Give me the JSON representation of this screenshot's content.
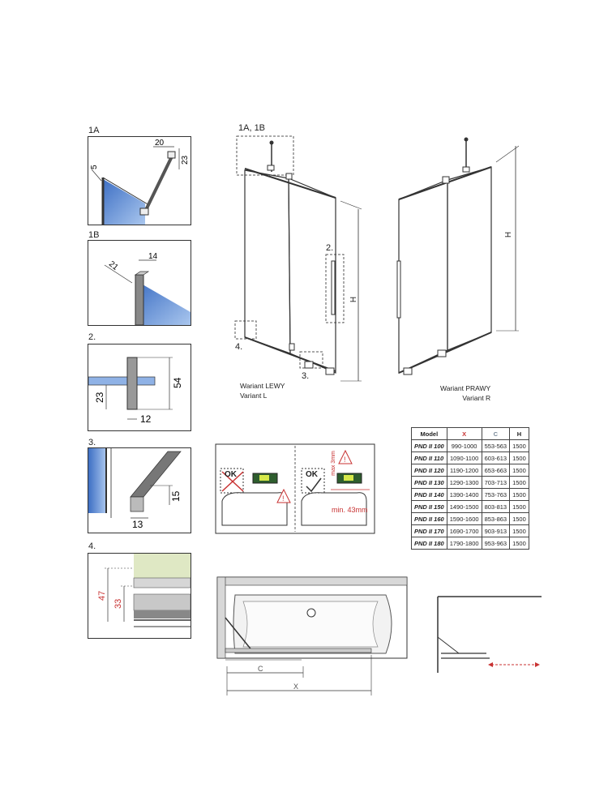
{
  "details": {
    "d1a": {
      "label": "1A",
      "dims": [
        "20",
        "5",
        "23"
      ]
    },
    "d1b": {
      "label": "1B",
      "dims": [
        "14",
        "21"
      ]
    },
    "d2": {
      "label": "2.",
      "dims": [
        "54",
        "23",
        "12"
      ]
    },
    "d3": {
      "label": "3.",
      "dims": [
        "15",
        "13"
      ]
    },
    "d4": {
      "label": "4.",
      "dims": [
        "47",
        "33"
      ]
    }
  },
  "main_views": {
    "callout_1a1b": "1A, 1B",
    "callout_2": "2.",
    "callout_3": "3.",
    "callout_4": "4.",
    "height_left": "H",
    "height_right": "H",
    "left_variant": {
      "line1": "Wariant LEWY",
      "line2": "Variant L"
    },
    "right_variant": {
      "line1": "Wariant PRAWY",
      "line2": "Variant R"
    }
  },
  "spec_table": {
    "headers": [
      "Model",
      "X",
      "C",
      "H"
    ],
    "rows": [
      [
        "PND II 100",
        "990-1000",
        "553-563",
        "1500"
      ],
      [
        "PND II 110",
        "1090-1100",
        "603-613",
        "1500"
      ],
      [
        "PND II 120",
        "1190-1200",
        "653-663",
        "1500"
      ],
      [
        "PND II 130",
        "1290-1300",
        "703-713",
        "1500"
      ],
      [
        "PND II 140",
        "1390-1400",
        "753-763",
        "1500"
      ],
      [
        "PND II 150",
        "1490-1500",
        "803-813",
        "1500"
      ],
      [
        "PND II 160",
        "1590-1600",
        "853-863",
        "1500"
      ],
      [
        "PND II 170",
        "1690-1700",
        "903-913",
        "1500"
      ],
      [
        "PND II 180",
        "1790-1800",
        "953-963",
        "1500"
      ]
    ]
  },
  "level_panel": {
    "ok_crossed": "OK",
    "ok_check": "OK",
    "max_label": "max 3mm",
    "min_label": "min. 43mm"
  },
  "plan_view": {
    "c_label": "C",
    "x_label": "X"
  },
  "colors": {
    "glass": "#5b8fd6",
    "accent_red": "#c83232",
    "line": "#333333",
    "bath_gray": "#d8d8d8"
  }
}
